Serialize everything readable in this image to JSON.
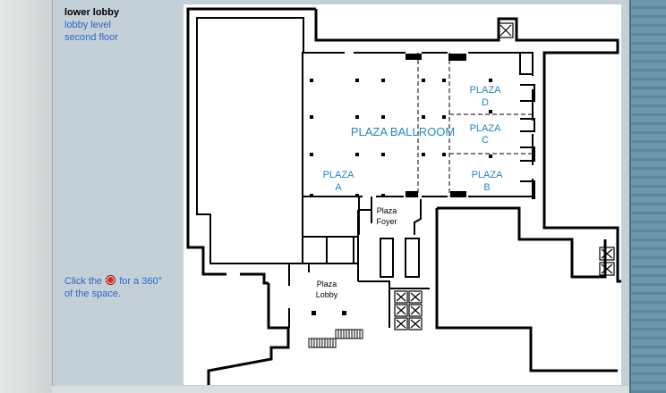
{
  "nav": {
    "current": "lower lobby",
    "links": [
      "lobby level",
      "second floor"
    ]
  },
  "help": {
    "prefix": "Click the",
    "suffix": "for a 360°",
    "line2": "of the space.",
    "hotspot_icon": "red-hotspot-dot"
  },
  "map": {
    "ballroom": "PLAZA BALLROOM",
    "plaza_a": [
      "PLAZA",
      "A"
    ],
    "plaza_b": [
      "PLAZA",
      "B"
    ],
    "plaza_c": [
      "PLAZA",
      "C"
    ],
    "plaza_d": [
      "PLAZA",
      "D"
    ],
    "foyer": [
      "Plaza",
      "Foyer"
    ],
    "lobby": [
      "Plaza",
      "Lobby"
    ],
    "elevator_icon": "elevator-x-icon",
    "wall_color": "#000000",
    "label_color": "#1f86c5"
  }
}
